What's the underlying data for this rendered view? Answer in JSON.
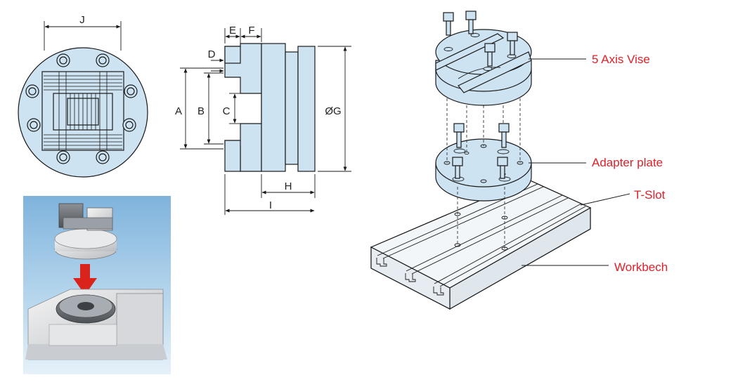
{
  "colors": {
    "part_fill": "#cde3f2",
    "outline": "#1a1a1a",
    "callout_text": "#e0202a",
    "photo_bg": "#9cc6e4",
    "arrow": "#d9231b"
  },
  "top_view": {
    "dimension_label": "J"
  },
  "side_view": {
    "labels": {
      "a": "A",
      "b": "B",
      "c": "C",
      "d": "D",
      "e": "E",
      "f": "F",
      "g": "ØG",
      "h": "H",
      "i": "I"
    }
  },
  "exploded_view": {
    "callouts": {
      "vise": "5 Axis Vise",
      "adapter": "Adapter plate",
      "tslot": "T-Slot",
      "workbench": "Workbech"
    }
  },
  "photo": {
    "icon": "rotary-table-photo"
  }
}
